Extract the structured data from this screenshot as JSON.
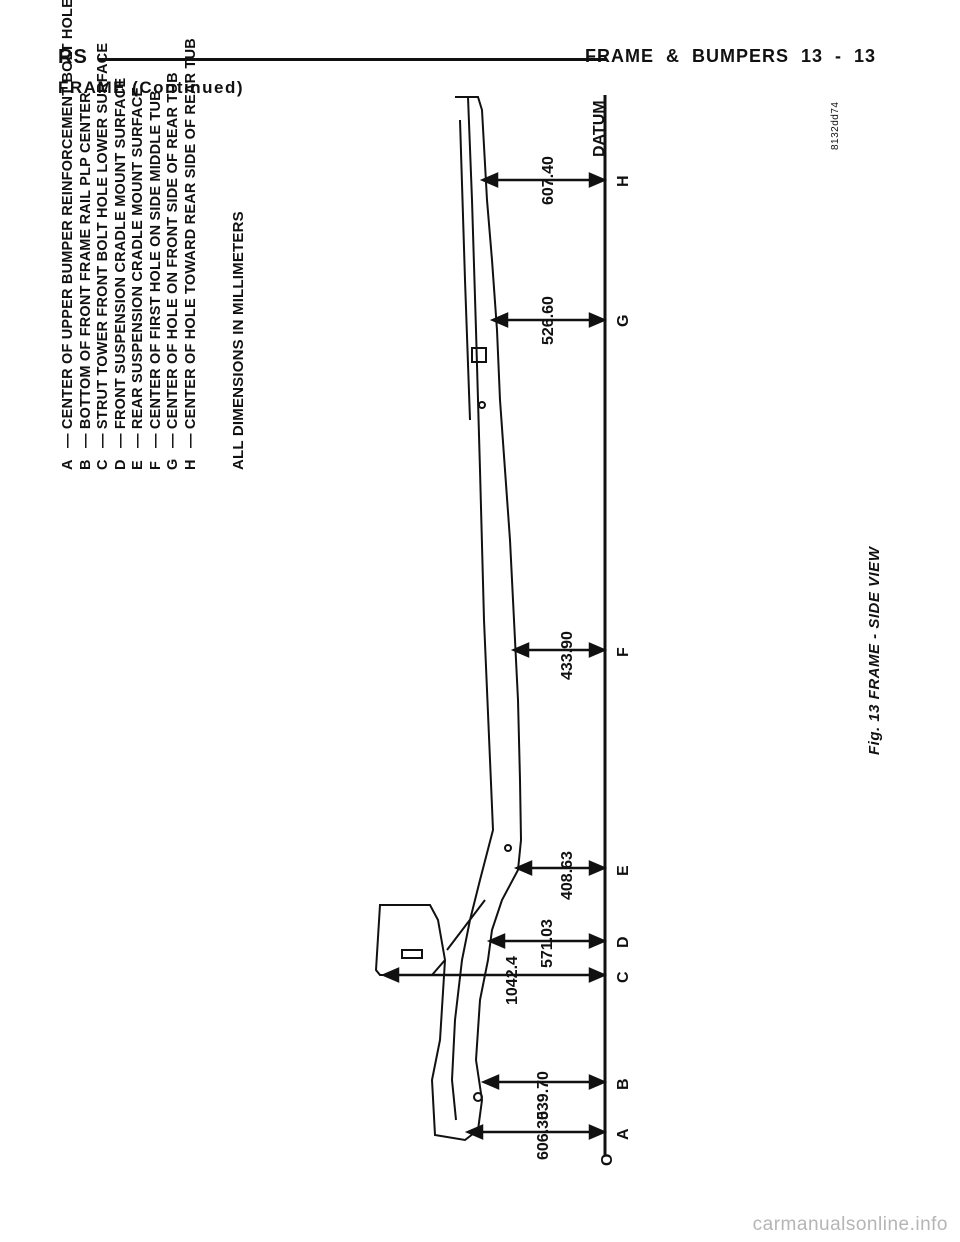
{
  "header": {
    "left": "RS",
    "right": "FRAME & BUMPERS    13 - 13"
  },
  "section_title": "FRAME (Continued)",
  "legend": [
    {
      "letter": "A",
      "text": "CENTER OF UPPER BUMPER REINFORCEMENT BOLT HOLE"
    },
    {
      "letter": "B",
      "text": "BOTTOM OF FRONT FRAME RAIL PLP CENTER"
    },
    {
      "letter": "C",
      "text": "STRUT TOWER FRONT BOLT HOLE LOWER SURFACE"
    },
    {
      "letter": "D",
      "text": "FRONT SUSPENSION CRADLE MOUNT SURFACE"
    },
    {
      "letter": "E",
      "text": "REAR SUSPENSION CRADLE MOUNT SURFACE"
    },
    {
      "letter": "F",
      "text": "CENTER OF FIRST HOLE ON SIDE MIDDLE TUB"
    },
    {
      "letter": "G",
      "text": "CENTER OF HOLE ON FRONT SIDE OF REAR TUB"
    },
    {
      "letter": "H",
      "text": "CENTER OF HOLE TOWARD REAR SIDE OF REAR TUB"
    }
  ],
  "legend_dash": "—",
  "dimension_note": "ALL DIMENSIONS IN MILLIMETERS",
  "datum_label": "DATUM",
  "origin_label": "O",
  "dimensions": [
    {
      "letter": "A",
      "value": "606.30"
    },
    {
      "letter": "B",
      "value": "539.70"
    },
    {
      "letter": "C",
      "value": "1042.4"
    },
    {
      "letter": "D",
      "value": "571.03"
    },
    {
      "letter": "E",
      "value": "408.63"
    },
    {
      "letter": "F",
      "value": "433.90"
    },
    {
      "letter": "G",
      "value": "526.60"
    },
    {
      "letter": "H",
      "value": "607.40"
    }
  ],
  "figure_code": "8132dd74",
  "caption": "Fig. 13 FRAME - SIDE VIEW",
  "footer": "carmanualsonline.info"
}
